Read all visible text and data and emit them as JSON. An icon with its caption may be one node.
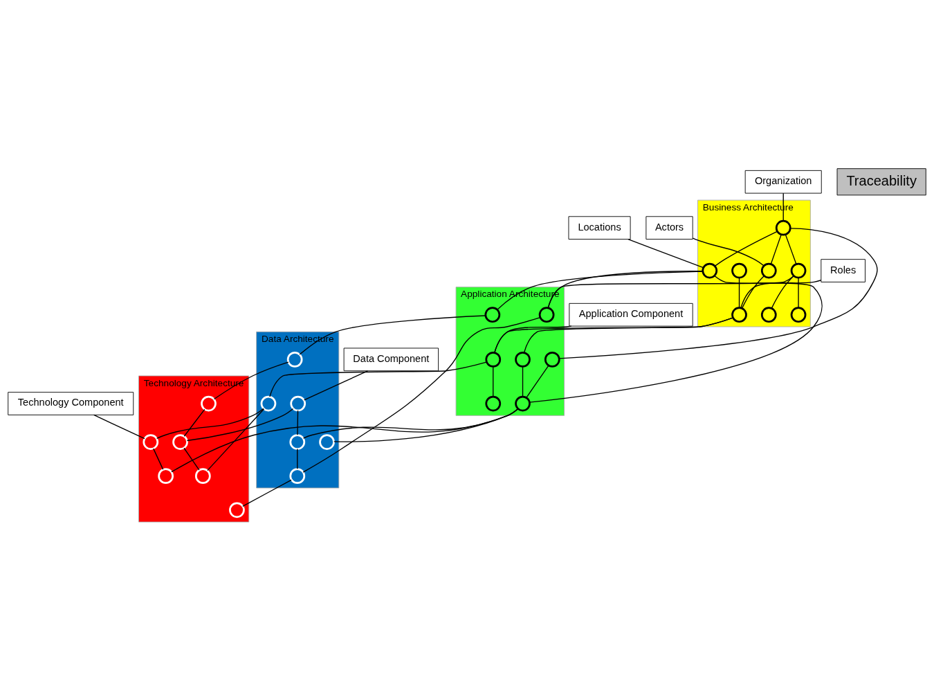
{
  "diagram": {
    "nodes": [
      {
        "text": [
          "Business Architecture"
        ]
      },
      {
        "text": [
          "Application Architecture"
        ]
      },
      {
        "text": [
          "Data Architecture"
        ]
      },
      {
        "text": [
          "Technology Architecture"
        ]
      },
      {
        "text": [],
        "shape": "circle",
        "in": 0
      },
      {
        "text": [],
        "shape": "circle",
        "in": 0
      },
      {
        "text": [],
        "shape": "circle",
        "in": 0
      },
      {
        "text": [],
        "shape": "circle",
        "in": 0
      },
      {
        "text": [],
        "shape": "circle",
        "in": 0
      },
      {
        "text": [],
        "shape": "circle",
        "in": 0
      },
      {
        "text": [],
        "shape": "circle",
        "in": 0
      },
      {
        "text": [],
        "shape": "circle",
        "in": 0
      },
      {
        "text": [],
        "shape": "circle",
        "in": 1
      },
      {
        "text": [],
        "shape": "circle",
        "in": 1
      },
      {
        "text": [],
        "shape": "circle",
        "in": 1
      },
      {
        "text": [],
        "shape": "circle",
        "in": 1
      },
      {
        "text": [],
        "shape": "circle",
        "in": 1
      },
      {
        "text": [],
        "shape": "circle",
        "in": 1
      },
      {
        "text": [],
        "shape": "circle",
        "in": 1
      },
      {
        "text": [],
        "shape": "circle",
        "in": 2
      },
      {
        "text": [],
        "shape": "circle",
        "in": 2
      },
      {
        "text": [],
        "shape": "circle",
        "in": 2
      },
      {
        "text": [],
        "shape": "circle",
        "in": 2
      },
      {
        "text": [],
        "shape": "circle",
        "in": 2
      },
      {
        "text": [],
        "shape": "circle",
        "in": 2
      },
      {
        "text": [],
        "shape": "circle",
        "in": 3
      },
      {
        "text": [],
        "shape": "circle",
        "in": 3
      },
      {
        "text": [],
        "shape": "circle",
        "in": 3
      },
      {
        "text": [],
        "shape": "circle",
        "in": 3
      },
      {
        "text": [],
        "shape": "circle",
        "in": 3
      },
      {
        "text": [],
        "shape": "circle",
        "in": 3
      },
      {
        "text": [
          "Organization"
        ]
      },
      {
        "text": [
          "Actors"
        ]
      },
      {
        "text": [
          "Locations"
        ]
      },
      {
        "text": [
          "Roles"
        ]
      },
      {
        "text": [
          "Application Component"
        ]
      },
      {
        "text": [
          "Data Component"
        ]
      },
      {
        "text": [
          "Technology Component"
        ]
      },
      {
        "text": [
          "Traceability"
        ]
      }
    ],
    "edges": [
      {
        "from": 31,
        "to": 4,
        "arrow": "none"
      },
      {
        "from": 32,
        "to": 5,
        "arrow": "none"
      },
      {
        "from": 33,
        "to": 6,
        "arrow": "none"
      },
      {
        "from": 34,
        "to": 8,
        "arrow": "none"
      },
      {
        "from": 35,
        "to": 17,
        "arrow": "none"
      },
      {
        "from": 36,
        "to": 20,
        "arrow": "none"
      },
      {
        "from": 37,
        "to": 29,
        "arrow": "none"
      },
      {
        "from": 4,
        "to": 5,
        "arrow": "none"
      },
      {
        "from": 4,
        "to": 9,
        "arrow": "none"
      },
      {
        "from": 4,
        "to": 6,
        "arrow": "none"
      },
      {
        "from": 4,
        "to": 14,
        "arrow": "none"
      },
      {
        "from": 5,
        "to": 8,
        "arrow": "none"
      },
      {
        "from": 7,
        "to": 8,
        "arrow": "none"
      },
      {
        "from": 9,
        "to": 10,
        "arrow": "none"
      },
      {
        "from": 9,
        "to": 11,
        "arrow": "none"
      },
      {
        "from": 9,
        "to": 18,
        "arrow": "none"
      },
      {
        "from": 6,
        "to": 15,
        "arrow": "none"
      },
      {
        "from": 6,
        "to": 18,
        "arrow": "none"
      },
      {
        "from": 6,
        "to": 16,
        "arrow": "none"
      },
      {
        "from": 8,
        "to": 12,
        "arrow": "none"
      },
      {
        "from": 8,
        "to": 17,
        "arrow": "none"
      },
      {
        "from": 14,
        "to": 16,
        "arrow": "none"
      },
      {
        "from": 12,
        "to": 16,
        "arrow": "none"
      },
      {
        "from": 17,
        "to": 13,
        "arrow": "none"
      },
      {
        "from": 17,
        "to": 23,
        "arrow": "none"
      },
      {
        "from": 18,
        "to": 22,
        "arrow": "none"
      },
      {
        "from": 15,
        "to": 24,
        "arrow": "none"
      },
      {
        "from": 16,
        "to": 19,
        "arrow": "none"
      },
      {
        "from": 16,
        "to": 21,
        "arrow": "none"
      },
      {
        "from": 16,
        "to": 26,
        "arrow": "none"
      },
      {
        "from": 20,
        "to": 21,
        "arrow": "none"
      },
      {
        "from": 21,
        "to": 22,
        "arrow": "none"
      },
      {
        "from": 22,
        "to": 30,
        "arrow": "none"
      },
      {
        "from": 20,
        "to": 27,
        "arrow": "none"
      },
      {
        "from": 23,
        "to": 25,
        "arrow": "none"
      },
      {
        "from": 23,
        "to": 29,
        "arrow": "none"
      },
      {
        "from": 29,
        "to": 26,
        "arrow": "none"
      },
      {
        "from": 27,
        "to": 25,
        "arrow": "none"
      },
      {
        "from": 28,
        "to": 27,
        "arrow": "none"
      },
      {
        "from": 24,
        "to": 28,
        "arrow": "none"
      }
    ]
  }
}
